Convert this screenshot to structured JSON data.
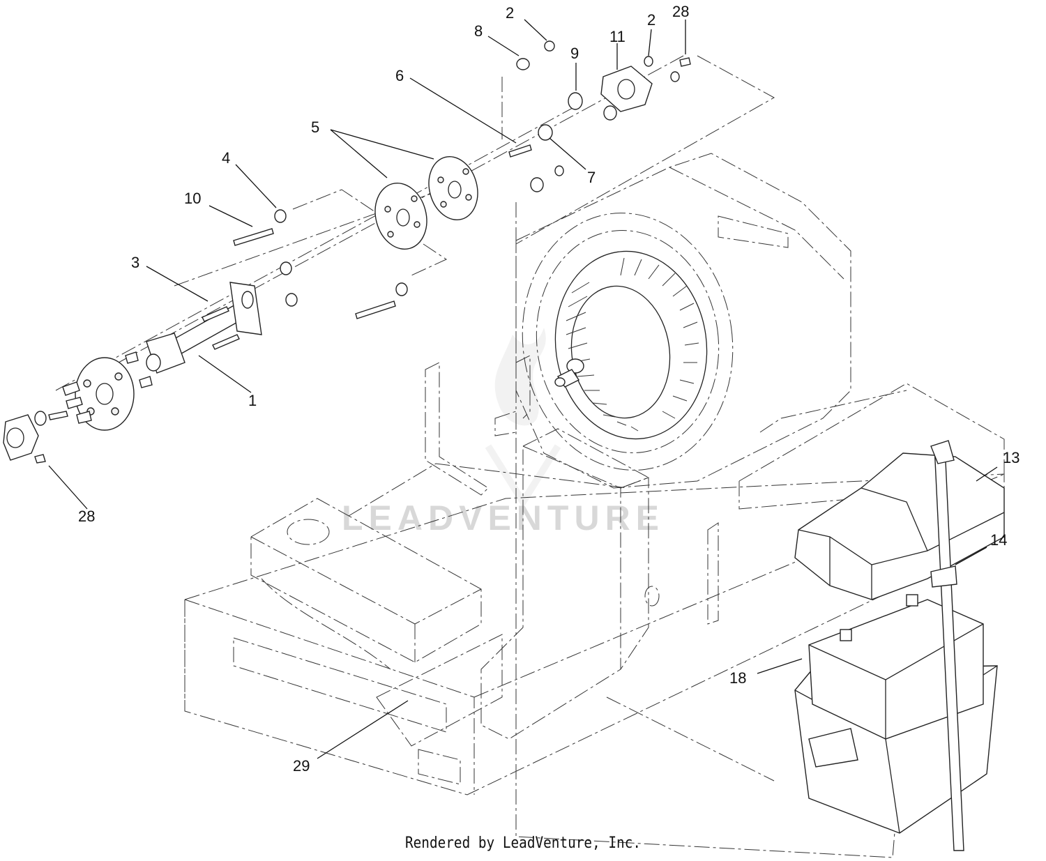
{
  "diagram": {
    "watermark": "LEADVENTURE",
    "footer": "Rendered by LeadVenture, Inc.",
    "callouts": [
      {
        "id": "c2a",
        "label": "2"
      },
      {
        "id": "c8",
        "label": "8"
      },
      {
        "id": "c9",
        "label": "9"
      },
      {
        "id": "c11",
        "label": "11"
      },
      {
        "id": "c2b",
        "label": "2"
      },
      {
        "id": "c28a",
        "label": "28"
      },
      {
        "id": "c6",
        "label": "6"
      },
      {
        "id": "c5",
        "label": "5"
      },
      {
        "id": "c7",
        "label": "7"
      },
      {
        "id": "c4",
        "label": "4"
      },
      {
        "id": "c10",
        "label": "10"
      },
      {
        "id": "c3",
        "label": "3"
      },
      {
        "id": "c1",
        "label": "1"
      },
      {
        "id": "c28b",
        "label": "28"
      },
      {
        "id": "c13",
        "label": "13"
      },
      {
        "id": "c14",
        "label": "14"
      },
      {
        "id": "c18",
        "label": "18"
      },
      {
        "id": "c29",
        "label": "29"
      }
    ]
  }
}
